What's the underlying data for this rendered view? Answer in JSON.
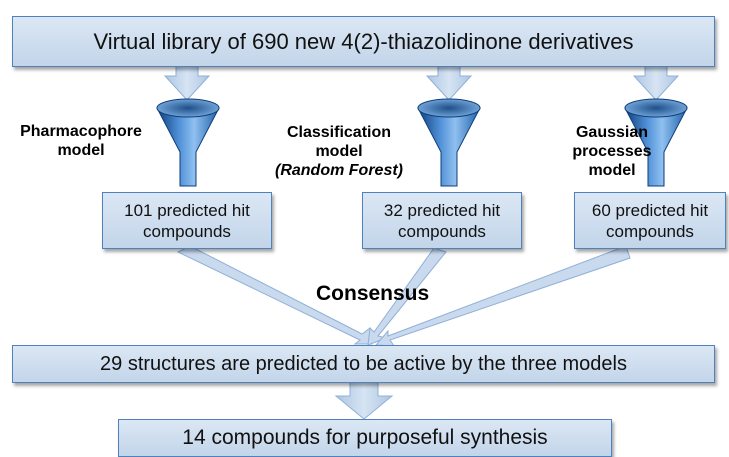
{
  "top_box": "Virtual library of 690 new 4(2)-thiazolidinone derivatives",
  "filters": [
    {
      "label_lines": [
        "Pharmacophore",
        "model"
      ],
      "italic_line": ""
    },
    {
      "label_lines": [
        "Classification",
        "model"
      ],
      "italic_line": "(Random Forest)"
    },
    {
      "label_lines": [
        "Gaussian",
        "processes",
        "model"
      ],
      "italic_line": ""
    }
  ],
  "results": [
    {
      "line1": "101 predicted hit",
      "line2": "compounds"
    },
    {
      "line1": "32 predicted hit",
      "line2": "compounds"
    },
    {
      "line1": "60 predicted hit",
      "line2": "compounds"
    }
  ],
  "consensus_label": "Consensus",
  "consensus_box": "29 structures are predicted to be active by the three models",
  "final_box": "14 compounds for purposeful synthesis",
  "colors": {
    "box_fill_top": "#dbe7f4",
    "box_fill_bottom": "#c3d5ea",
    "box_border": "#4f81bd",
    "funnel_dark": "#1f5fa8",
    "funnel_light": "#6fa8e4"
  }
}
